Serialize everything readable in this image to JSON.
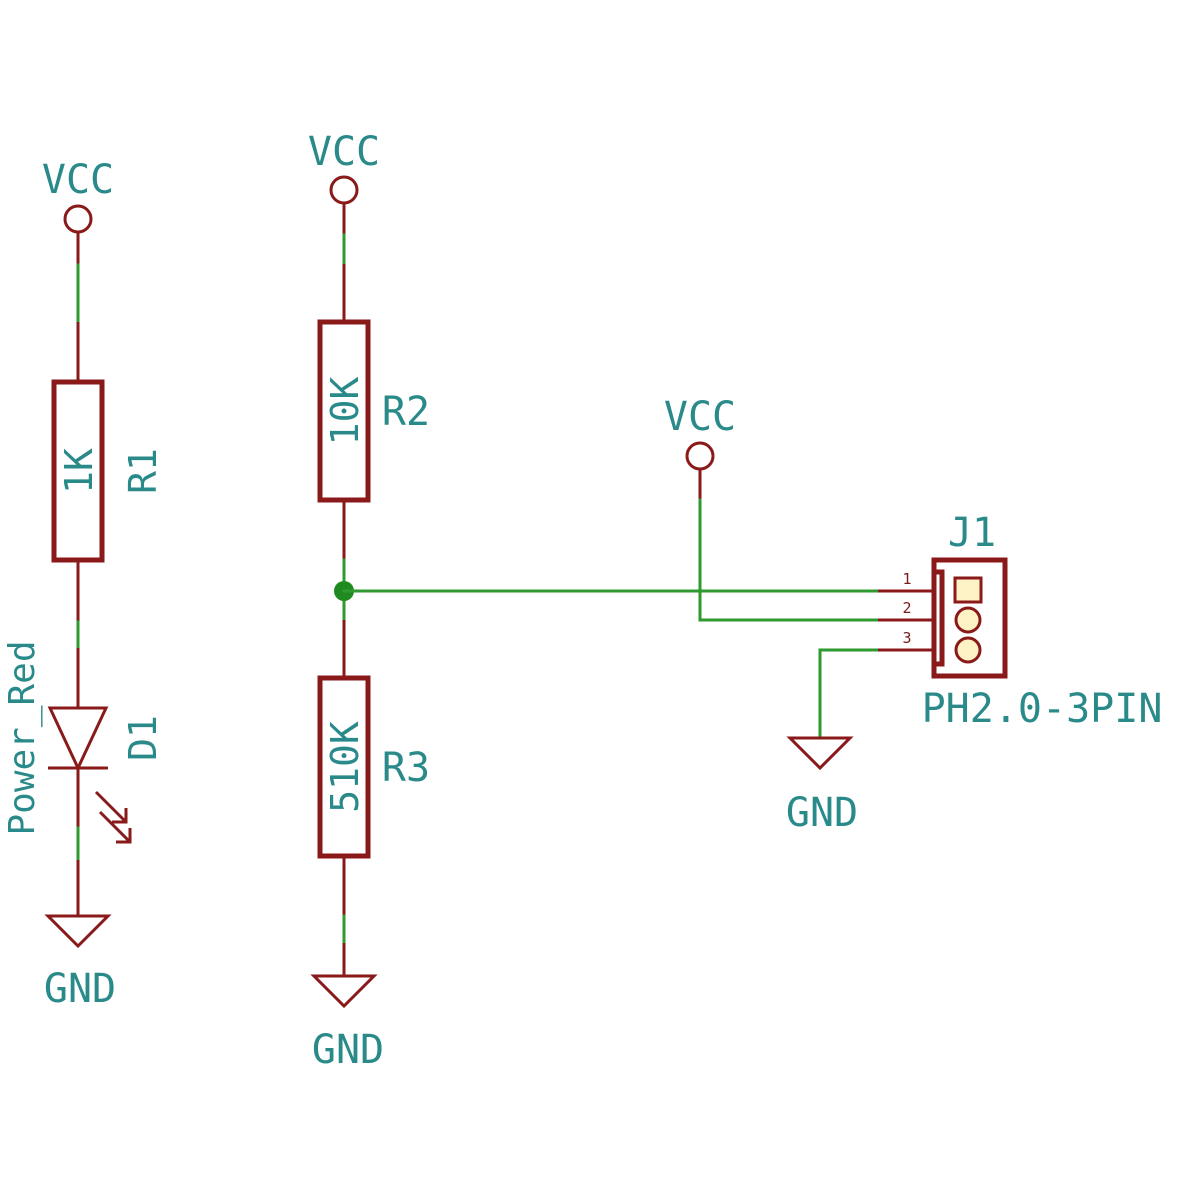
{
  "labels": {
    "vcc": "VCC",
    "gnd": "GND",
    "r1_ref": "R1",
    "r1_val": "1K",
    "r2_ref": "R2",
    "r2_val": "10K",
    "r3_ref": "R3",
    "r3_val": "510K",
    "d1_ref": "D1",
    "d1_val": "Power_Red",
    "j1_ref": "J1",
    "j1_val": "PH2.0-3PIN",
    "pin1": "1",
    "pin2": "2",
    "pin3": "3"
  },
  "colors": {
    "wire": "#2f9a2f",
    "component": "#8a1a1a",
    "label": "#2a8a8a",
    "pad": "#fdf2c6"
  }
}
